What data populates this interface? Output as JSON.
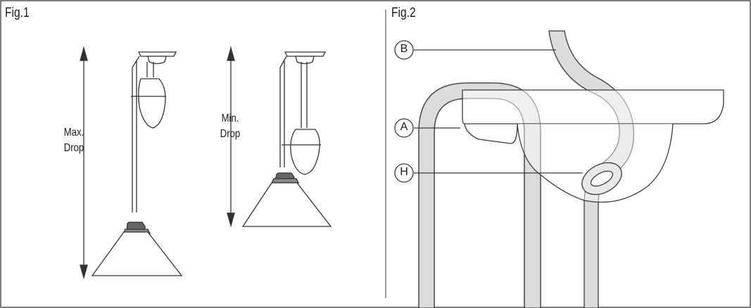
{
  "fig1": {
    "title": "Fig.1",
    "max_drop": {
      "line1": "Max.",
      "line2": "Drop"
    },
    "min_drop": {
      "line1": "Min.",
      "line2": "Drop"
    }
  },
  "fig2": {
    "title": "Fig.2",
    "callouts": {
      "b": "B",
      "a": "A",
      "h": "H"
    }
  },
  "colors": {
    "line": "#3a3a3a",
    "cable_fill": "#dcdcdc",
    "frame": "#555555"
  }
}
